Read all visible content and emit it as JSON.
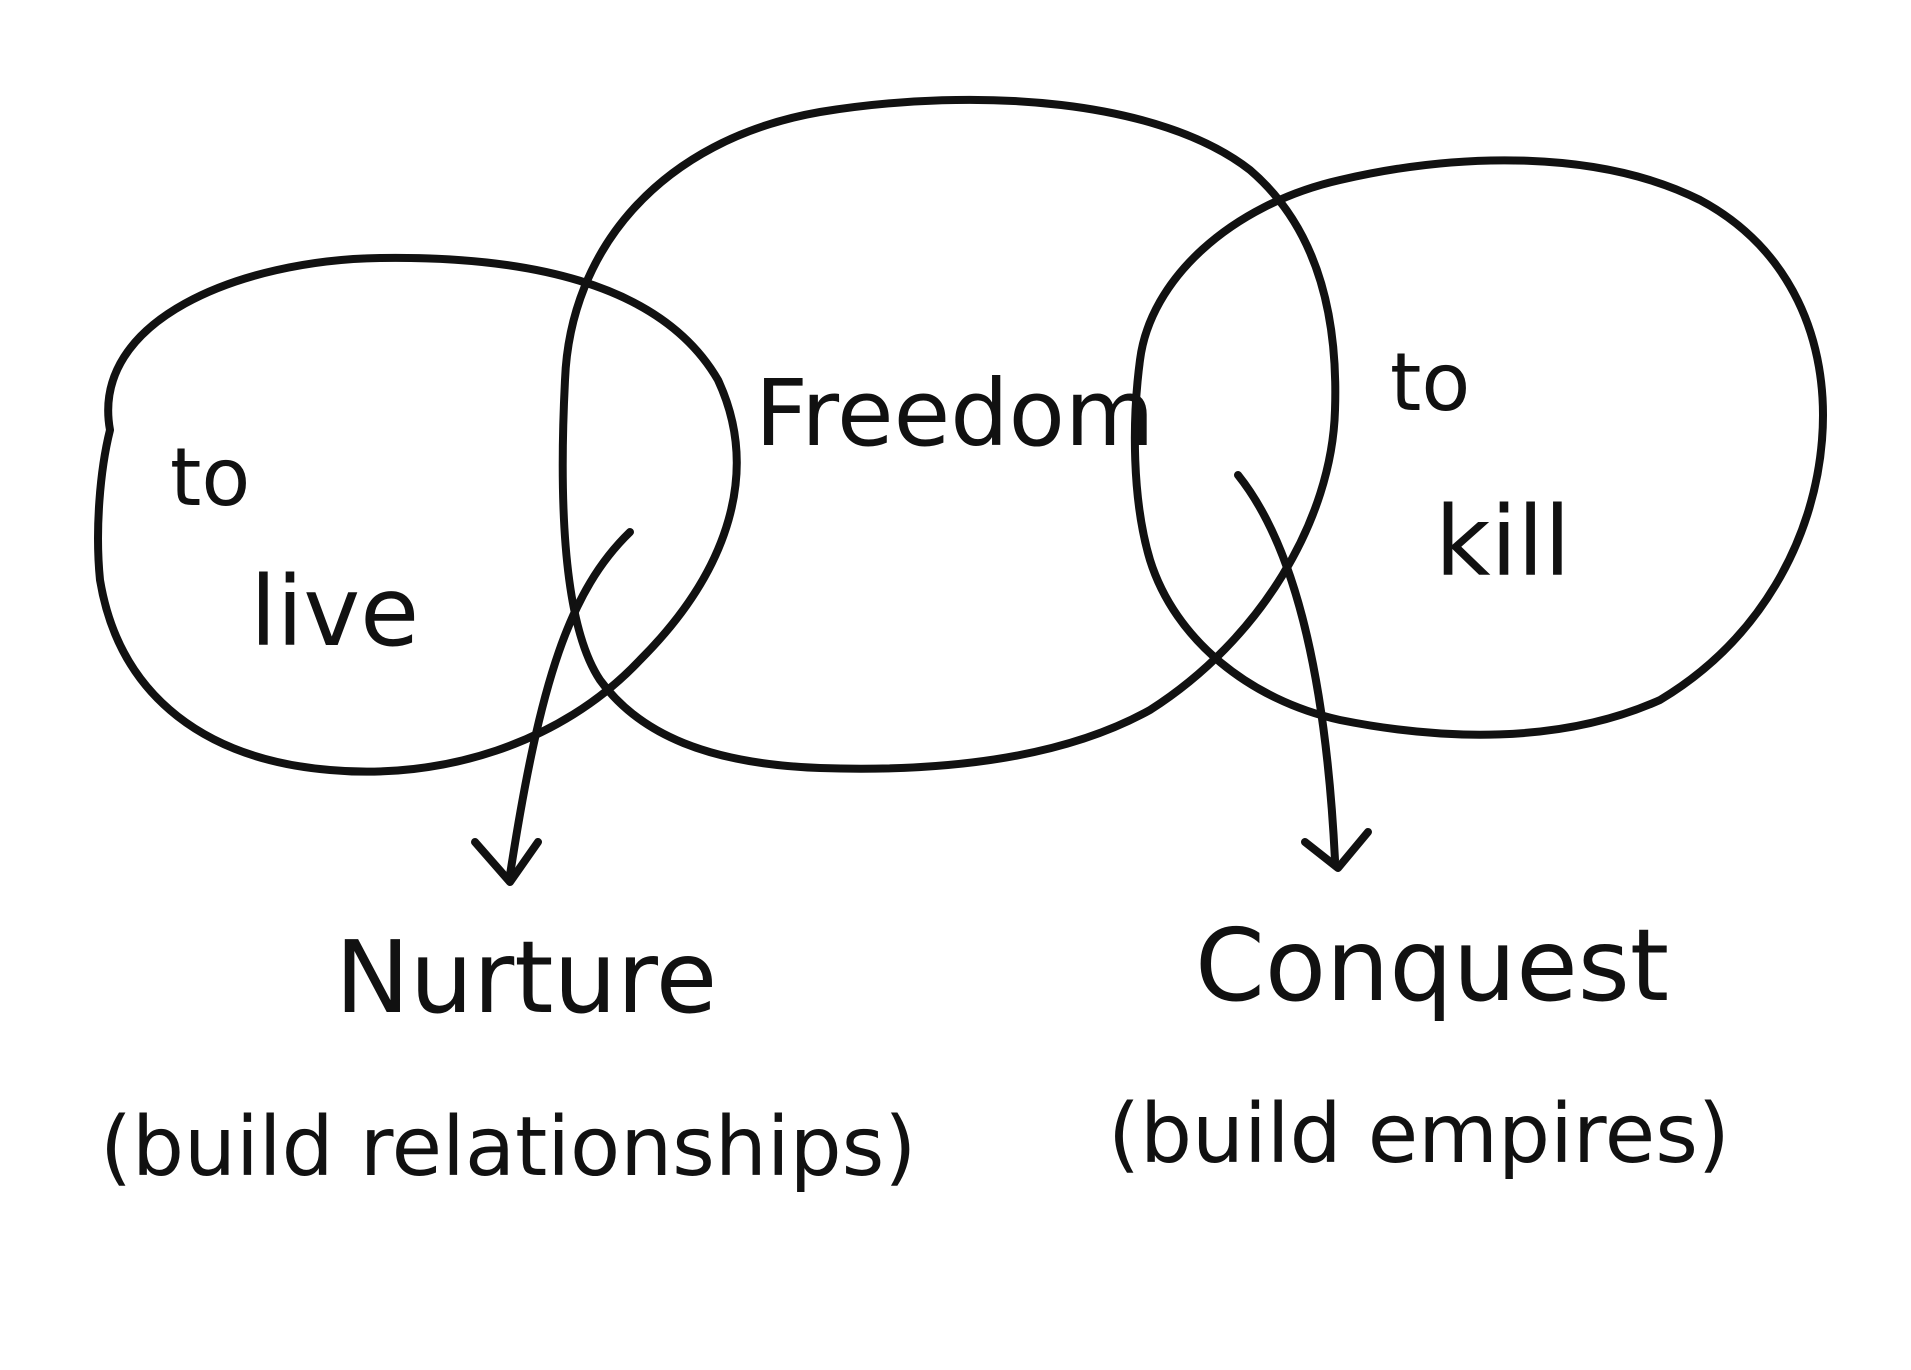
{
  "diagram": {
    "colors": {
      "ink": "#111111",
      "background": "#ffffff"
    },
    "sets": {
      "live_prefix": "to",
      "live": "live",
      "center": "Freedom",
      "kill_prefix": "to",
      "kill": "kill"
    },
    "outcomes": {
      "left": "Nurture",
      "left_note": "(build relationships)",
      "right": "Conquest",
      "right_note": "(build empires)"
    }
  }
}
